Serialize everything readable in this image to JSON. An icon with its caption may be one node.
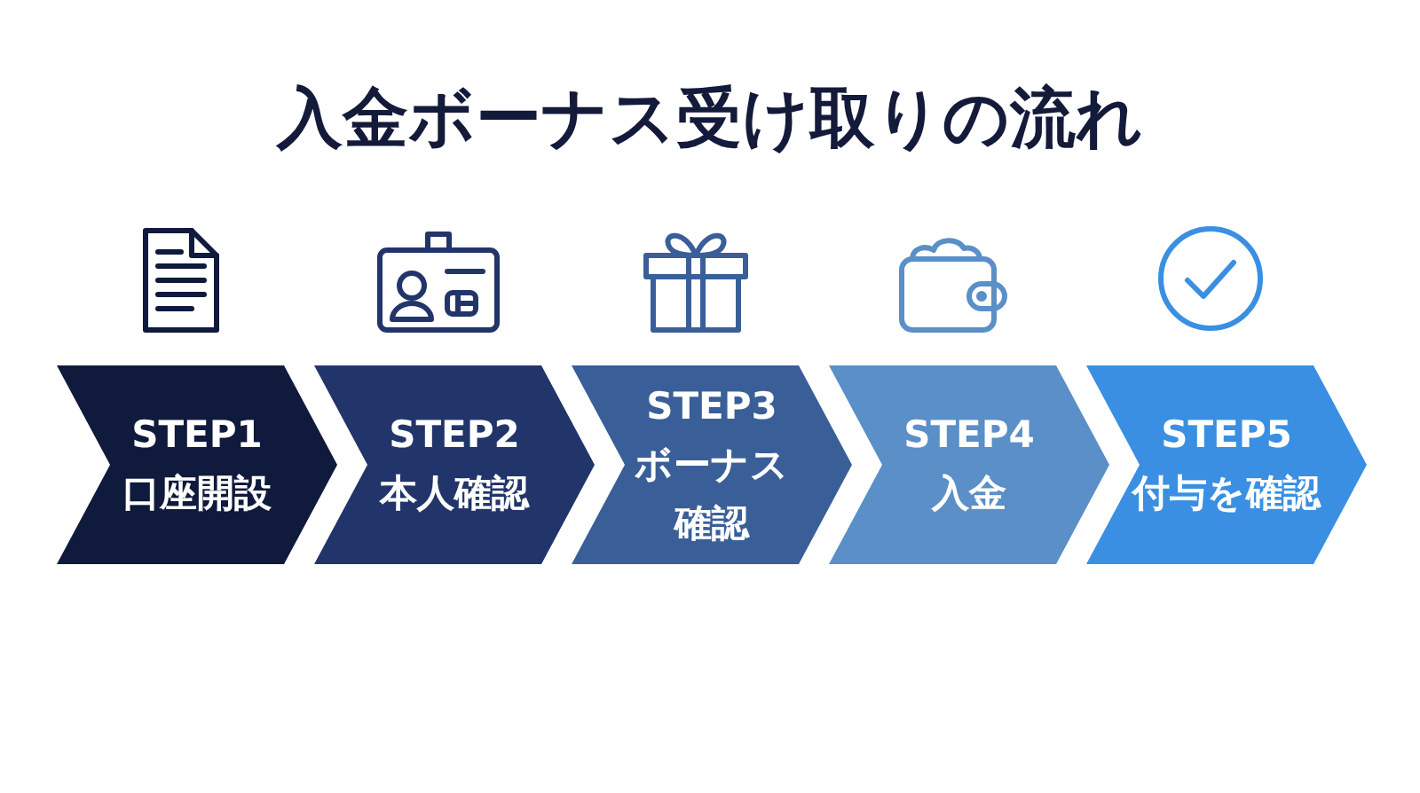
{
  "diagram": {
    "title": "入金ボーナス受け取りの流れ",
    "nodes": [
      {
        "text": [
          "STEP1",
          "口座開設"
        ]
      },
      {
        "text": [
          "STEP2",
          "本人確認"
        ]
      },
      {
        "text": [
          "STEP3",
          "ボーナス確認"
        ]
      },
      {
        "text": [
          "STEP4",
          "入金"
        ]
      },
      {
        "text": [
          "STEP5",
          "付与を確認"
        ]
      }
    ]
  }
}
